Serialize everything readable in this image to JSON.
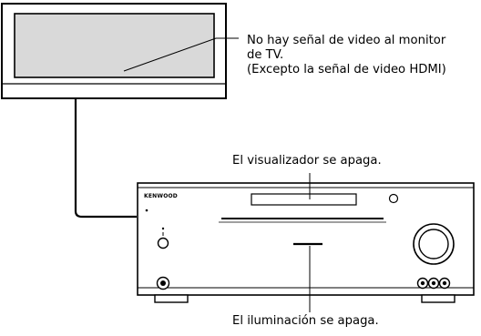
{
  "callouts": {
    "tv_no_signal": {
      "line1": "No hay señal de video al monitor",
      "line2": "de TV.",
      "line3": "(Excepto la señal de video HDMI)"
    },
    "display_off": "El visualizador se apaga.",
    "illumination_off": "El iluminación se apaga."
  },
  "receiver": {
    "brand": "KENWOOD"
  },
  "colors": {
    "tv_screen": "#d9d9d9",
    "line": "#000000",
    "background": "#ffffff"
  }
}
